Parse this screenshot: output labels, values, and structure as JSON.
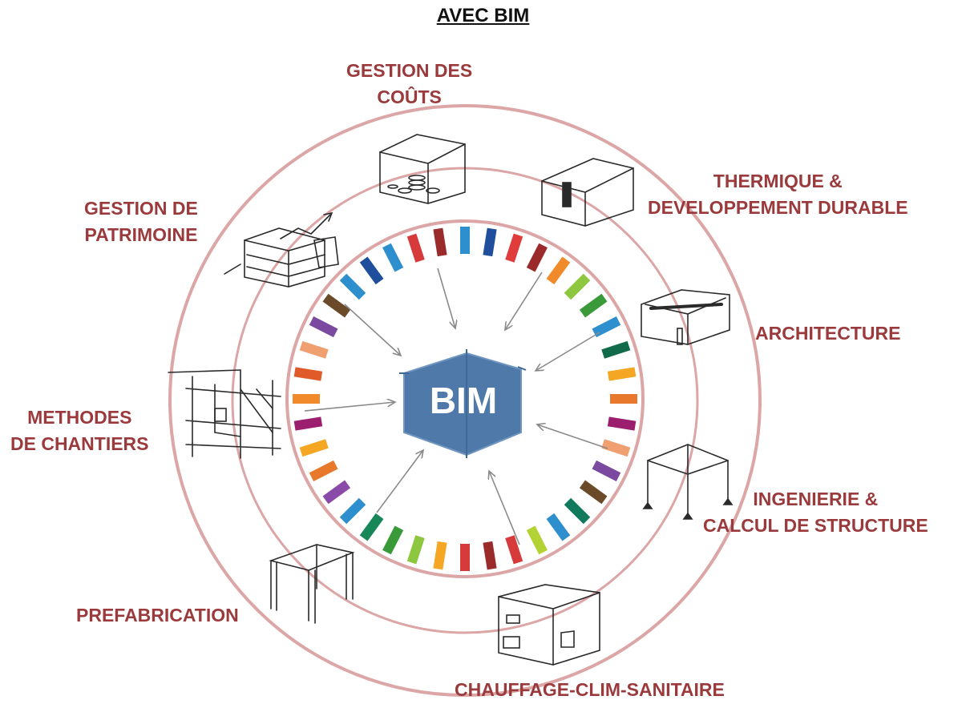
{
  "title": "AVEC BIM",
  "center_label": "BIM",
  "colors": {
    "ring": "#dca6a6",
    "label": "#9b3a3c",
    "hexagon": "#4f79a8",
    "arrow": "#8a8a8a",
    "sketch": "#2a2a2a"
  },
  "tile_colors": [
    "#d63a3a",
    "#9b2a2a",
    "#2e8fcf",
    "#1f4e9c",
    "#e03c3c",
    "#9b2a2a",
    "#f08a2a",
    "#8dc63f",
    "#3a9a3a",
    "#2e8fcf",
    "#116b4a",
    "#f5a623",
    "#e8782c",
    "#9b1f6e",
    "#f0a070",
    "#7b4aa0",
    "#6b4a2a",
    "#117a5c",
    "#2e8fcf",
    "#b3d335",
    "#d63a3a",
    "#9b2a2a",
    "#d63a3a",
    "#f5a623",
    "#8dc63f",
    "#3a9a3a",
    "#17875a",
    "#2e8fcf",
    "#8a4aa8",
    "#e8782c",
    "#f5a623",
    "#9b1f6e",
    "#f08a2a",
    "#e05a2a",
    "#f0a070",
    "#7b4aa0",
    "#6b4a2a",
    "#2e8fcf",
    "#1f4e9c",
    "#2e8fcf"
  ],
  "disciplines": [
    {
      "id": "couts",
      "lines": [
        "GESTION DES",
        "COÛTS"
      ],
      "icon": "building-with-coins-sketch"
    },
    {
      "id": "thermique",
      "lines": [
        "THERMIQUE &",
        "DEVELOPPEMENT DURABLE"
      ],
      "icon": "box-building-sketch"
    },
    {
      "id": "architecture",
      "lines": [
        "ARCHITECTURE"
      ],
      "icon": "house-sketch"
    },
    {
      "id": "structure",
      "lines": [
        "INGENIERIE &",
        "CALCUL DE STRUCTURE"
      ],
      "icon": "frame-structure-sketch"
    },
    {
      "id": "chauffage",
      "lines": [
        "CHAUFFAGE-CLIM-SANITAIRE"
      ],
      "icon": "room-with-equipment-sketch"
    },
    {
      "id": "prefabrication",
      "lines": [
        "PREFABRICATION"
      ],
      "icon": "post-beam-frame-sketch"
    },
    {
      "id": "methodes",
      "lines": [
        "METHODES",
        "DE CHANTIERS"
      ],
      "icon": "scaffolding-sketch"
    },
    {
      "id": "patrimoine",
      "lines": [
        "GESTION DE",
        "PATRIMOINE"
      ],
      "icon": "building-with-chart-sketch"
    }
  ]
}
